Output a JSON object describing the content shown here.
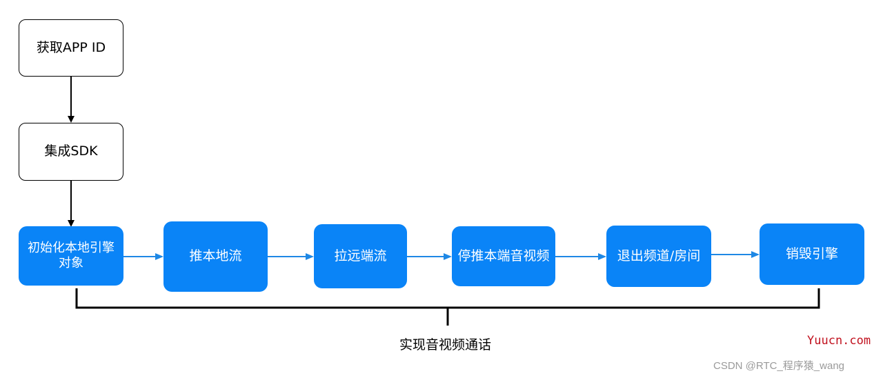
{
  "nodes": {
    "get_app_id": "获取APP ID",
    "integrate_sdk": "集成SDK",
    "init_engine": "初始化本地引擎\n对象",
    "push_local_stream": "推本地流",
    "pull_remote_stream": "拉远端流",
    "stop_push_av": "停推本端音视频",
    "exit_channel": "退出频道/房间",
    "destroy_engine": "销毁引擎"
  },
  "bracket_caption": "实现音视频通话",
  "watermarks": {
    "site": "Yuucn.com",
    "author": "CSDN @RTC_程序猿_wang"
  },
  "colors": {
    "node_blue": "#0a84f7",
    "arrow_blue": "#1e88e5",
    "site_watermark": "#c1121f",
    "author_watermark": "#9a9a9a"
  }
}
